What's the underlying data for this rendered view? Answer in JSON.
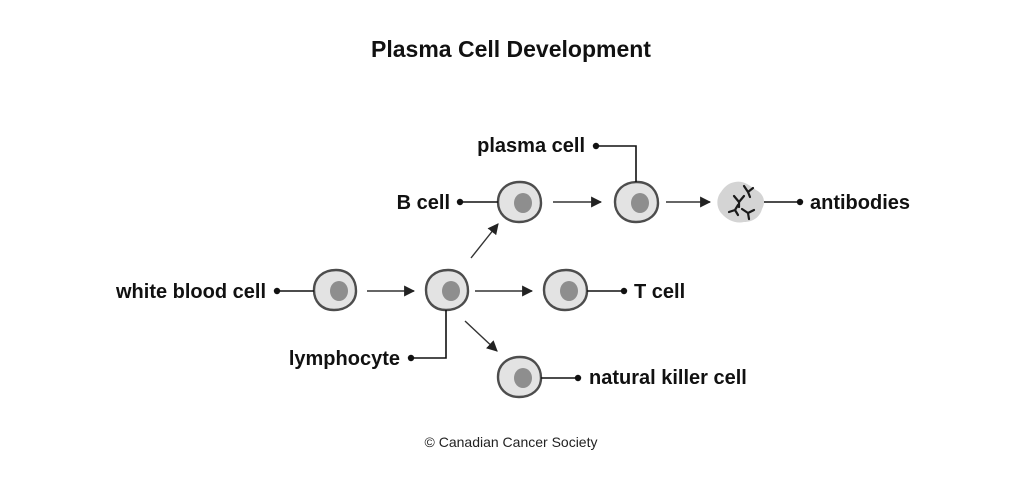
{
  "title": "Plasma Cell Development",
  "labels": {
    "white_blood_cell": "white blood cell",
    "lymphocyte": "lymphocyte",
    "b_cell": "B cell",
    "plasma_cell": "plasma cell",
    "antibodies": "antibodies",
    "t_cell": "T cell",
    "natural_killer_cell": "natural killer cell"
  },
  "credit": "© Canadian Cancer Society",
  "colors": {
    "cell_fill": "#e3e3e3",
    "cell_outline": "#4d4d4d",
    "nucleus": "#8e8e8e",
    "text": "#111111"
  }
}
